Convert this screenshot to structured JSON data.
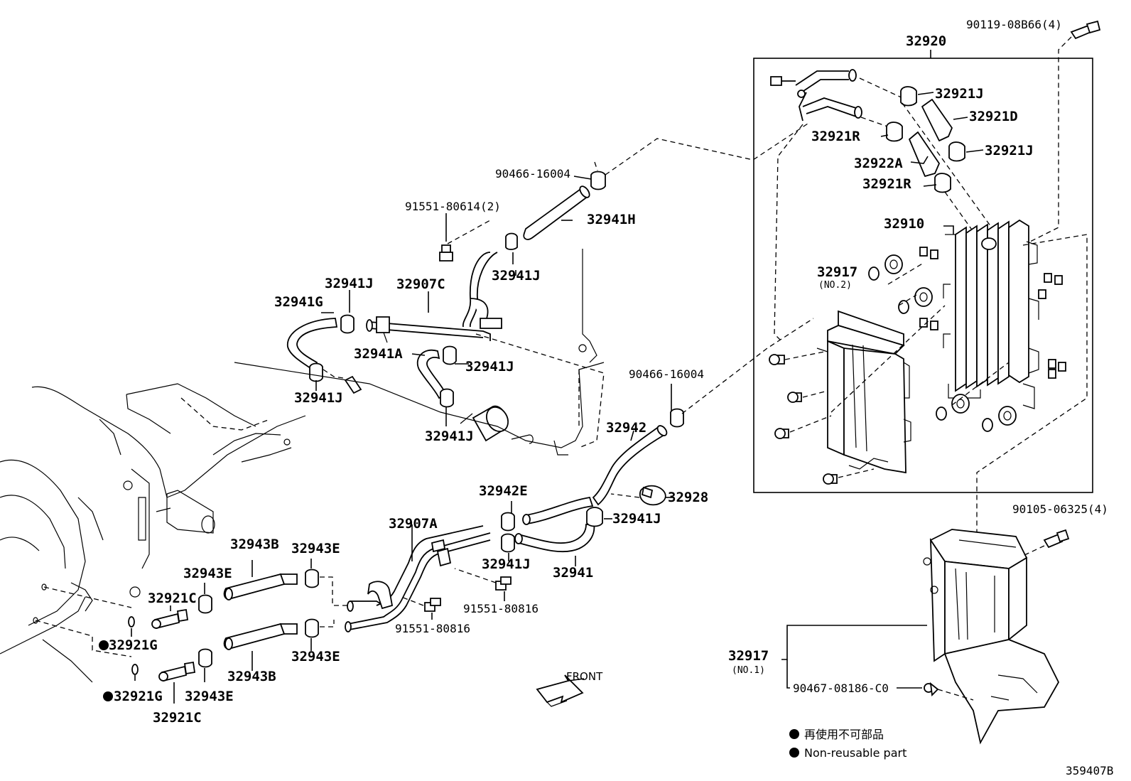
{
  "diagram": {
    "figure_number": "359407B",
    "front_label": "FRONT",
    "legend": {
      "japanese": "再使用不可部品",
      "english": "Non-reusable part"
    },
    "labels": {
      "p90119": "90119-08B66(4)",
      "p32920": "32920",
      "p32921J_a": "32921J",
      "p32921D": "32921D",
      "p32921R_a": "32921R",
      "p32921J_b": "32921J",
      "p32922A": "32922A",
      "p32921R_b": "32921R",
      "p32910": "32910",
      "p32917_2": "32917",
      "p32917_2_sub": "(NO.2)",
      "p90466_a": "90466-16004",
      "p91551_a": "91551-80614(2)",
      "p32941H": "32941H",
      "p32941J_a": "32941J",
      "p32941J_b": "32941J",
      "p32907C": "32907C",
      "p32941G": "32941G",
      "p32941A": "32941A",
      "p32941J_c": "32941J",
      "p32941J_d": "32941J",
      "p32941J_e": "32941J",
      "p90466_b": "90466-16004",
      "p32942": "32942",
      "p32928": "32928",
      "p32942E": "32942E",
      "p32941J_f": "32941J",
      "p32907A": "32907A",
      "p32941J_g": "32941J",
      "p32941": "32941",
      "p32943B_a": "32943B",
      "p32943E_a": "32943E",
      "p32943E_b": "32943E",
      "p32921C_a": "32921C",
      "p32921G_a": "32921G",
      "p91551_b": "91551-80816",
      "p91551_c": "91551-80816",
      "p32943E_c": "32943E",
      "p32943B_b": "32943B",
      "p32921G_b": "32921G",
      "p32943E_d": "32943E",
      "p32921C_b": "32921C",
      "p90105": "90105-06325(4)",
      "p32917_1": "32917",
      "p32917_1_sub": "(NO.1)",
      "p90467": "90467-08186-C0"
    }
  }
}
